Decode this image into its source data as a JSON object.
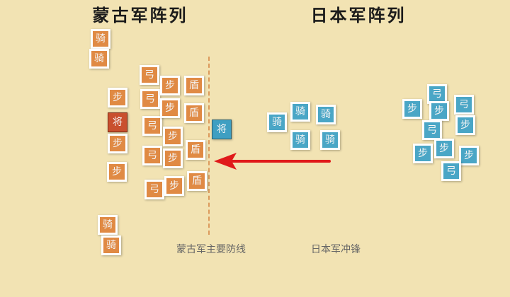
{
  "titles": {
    "mongol": "蒙古军阵列",
    "japan": "日本军阵列"
  },
  "labels": {
    "defense": "蒙古军主要防线",
    "charge": "日本军冲锋"
  },
  "colors": {
    "mongol": "#e08a44",
    "mongol_general": "#c9502e",
    "japan": "#4aa6c6",
    "arrow": "#e01a1a"
  },
  "mongol_units": [
    "骑",
    "骑",
    "步",
    "将",
    "步",
    "步",
    "骑",
    "骑",
    "弓",
    "弓",
    "弓",
    "弓",
    "弓",
    "步",
    "步",
    "步",
    "步",
    "步",
    "盾",
    "盾",
    "盾",
    "盾"
  ],
  "japan_general": "将",
  "japan_units": [
    "骑",
    "骑",
    "骑",
    "骑",
    "骑",
    "弓",
    "步",
    "步",
    "弓",
    "弓",
    "步",
    "步",
    "步",
    "步",
    "弓"
  ]
}
